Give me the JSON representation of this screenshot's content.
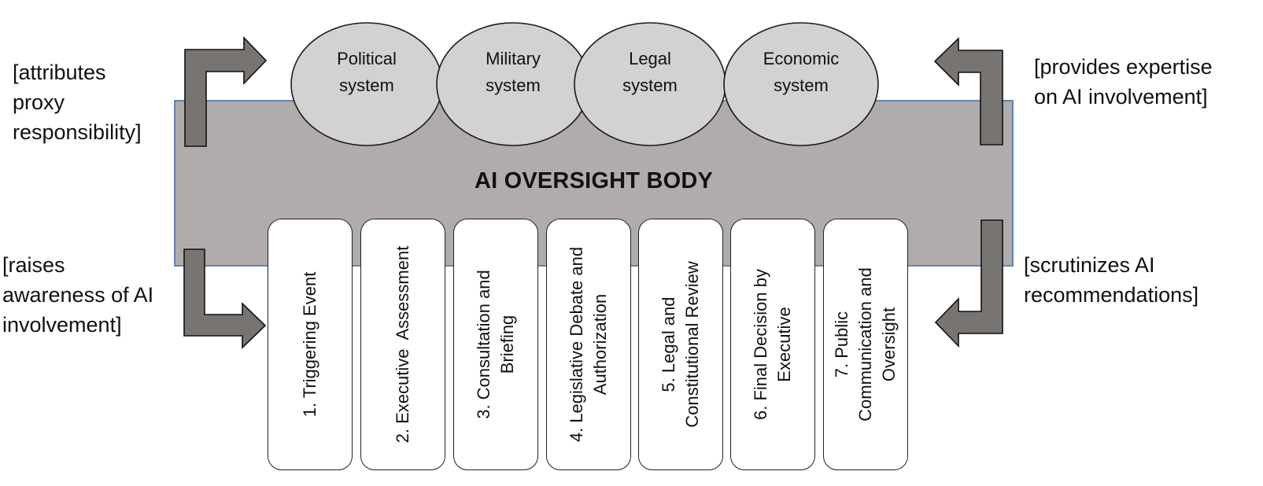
{
  "diagram": {
    "central_body": {
      "title": "AI OVERSIGHT BODY",
      "fill": "#b0acab",
      "border": "#4a6fb0"
    },
    "systems": [
      {
        "line1": "Political",
        "line2": "system"
      },
      {
        "line1": "Military",
        "line2": "system"
      },
      {
        "line1": "Legal",
        "line2": "system"
      },
      {
        "line1": "Economic",
        "line2": "system"
      }
    ],
    "system_fill": "#d3d1d2",
    "steps": [
      {
        "label": "1. Triggering Event"
      },
      {
        "label": "2. Executive  Assessment"
      },
      {
        "label": "3. Consultation and Briefing"
      },
      {
        "label": "4. Legislative Debate and Authorization"
      },
      {
        "label": "5. Legal and Constitutional Review"
      },
      {
        "label": "6. Final Decision by Executive"
      },
      {
        "label": "7. Public Communication and Oversight"
      }
    ],
    "arrow_fill": "#787472",
    "annotations": {
      "top_left": "[attributes\nproxy\nresponsibility]",
      "top_right": "[provides expertise\non AI involvement]",
      "bottom_left": "[raises\nawareness of AI\ninvolvement]",
      "bottom_right": "[scrutinizes AI\nrecommendations]"
    }
  }
}
